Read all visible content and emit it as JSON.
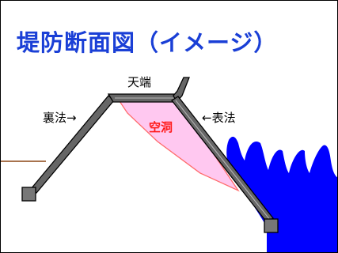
{
  "title": "堤防断面図（イメージ）",
  "labels": {
    "crest": "天端",
    "back_slope": "裏法→",
    "front_slope": "←表法",
    "cavity": "空洞"
  },
  "colors": {
    "title": "#1a3fd6",
    "water": "#0000ff",
    "cavity_fill": "#ffc8f0",
    "cavity_outline": "#ff6b6b",
    "cavity_label": "#ff1a1a",
    "embankment_fill": "#666666",
    "ground_line": "#8b4513",
    "toe_block": "#777777"
  }
}
